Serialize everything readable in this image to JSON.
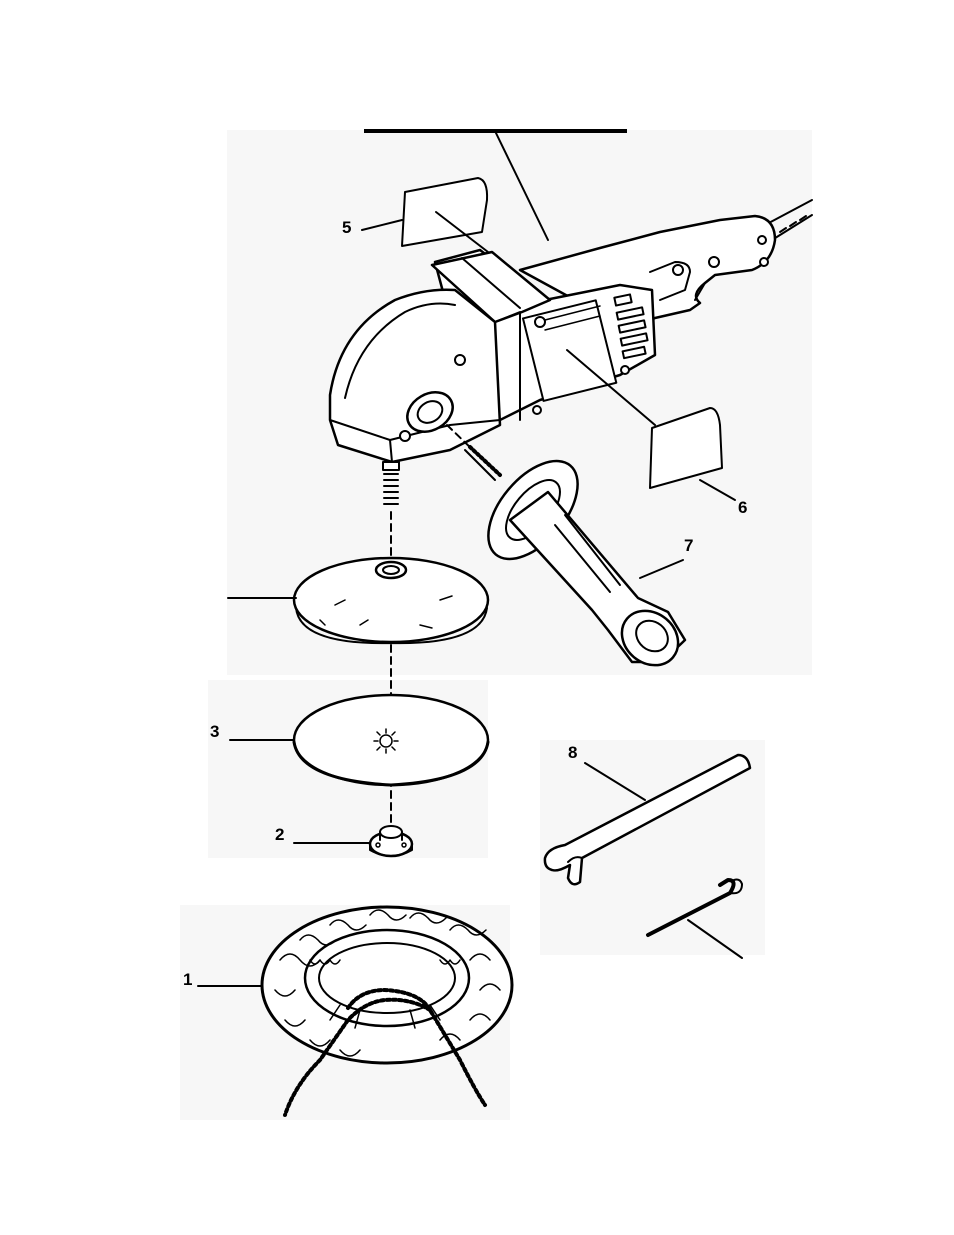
{
  "callouts": {
    "bonnet": "1",
    "nut": "2",
    "sanding_disc": "3",
    "label_top": "5",
    "label_side": "6",
    "side_handle": "7",
    "spanner_wrench": "8"
  }
}
